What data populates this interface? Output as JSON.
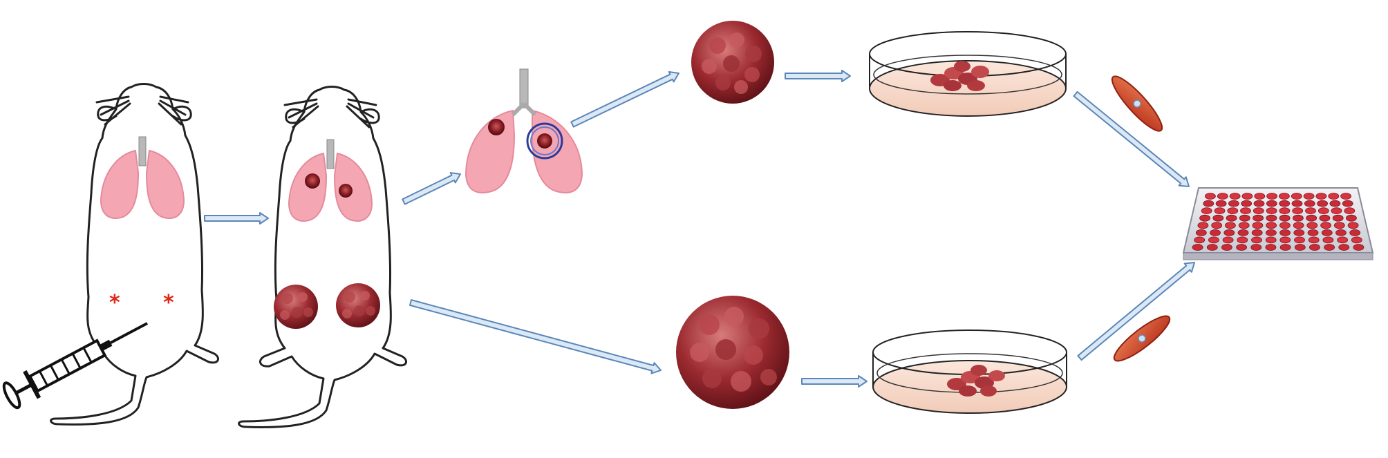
{
  "figure": {
    "annotation": "*",
    "colors": {
      "background": "#ffffff",
      "arrow": "#9dbfe3",
      "arrow_edge": "#5b86b6",
      "lung": "#f4a7b3",
      "lung_edge": "#e58a9a",
      "tumor": "#8a1d24",
      "tumor_light": "#c9585b",
      "dish_fill": "#f7dccd",
      "marker_ring": "#2b3a9b",
      "star": "#e0281a",
      "cell": "#d4452a",
      "plate_well": "#d8343f",
      "outline": "#222222"
    },
    "icons": [
      "mouse-outline",
      "lungs",
      "syringe",
      "tumor-spheroid",
      "petri-dish",
      "spindle-cell",
      "multiwell-plate",
      "flow-arrow"
    ]
  }
}
